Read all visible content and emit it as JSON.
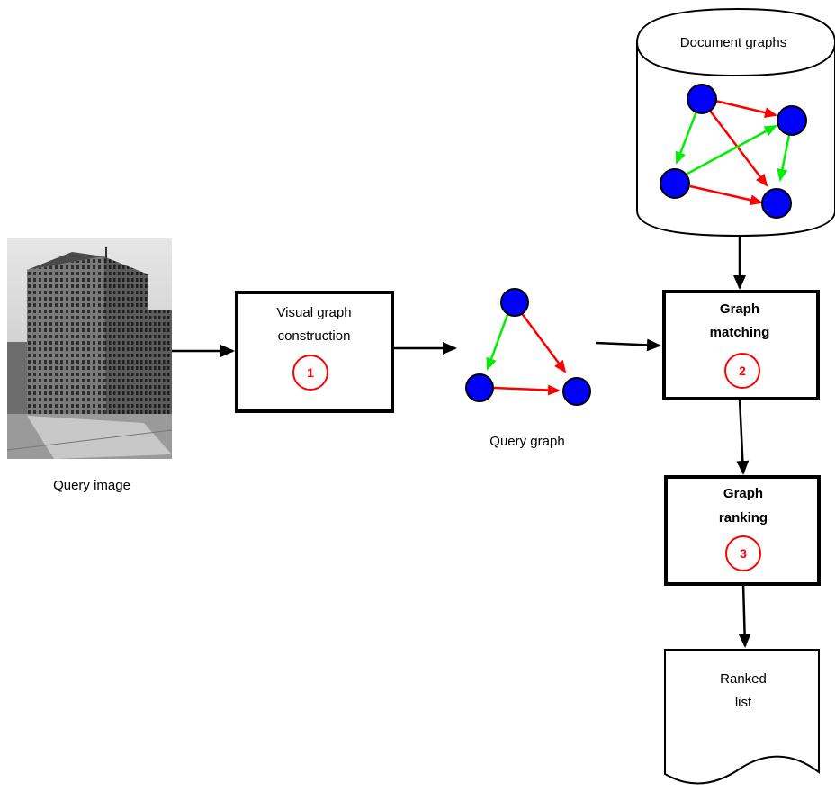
{
  "colors": {
    "node_fill": "#0000ff",
    "edge_red": "#ff0000",
    "edge_green": "#00ee00",
    "step_circle": "#ff0000",
    "stroke": "#000000"
  },
  "query_image": {
    "caption": "Query image"
  },
  "step1": {
    "line1": "Visual graph",
    "line2": "construction",
    "number": "1"
  },
  "query_graph": {
    "caption": "Query graph"
  },
  "document_graphs": {
    "title": "Document graphs"
  },
  "step2": {
    "line1": "Graph",
    "line2": "matching",
    "number": "2"
  },
  "step3": {
    "line1": "Graph",
    "line2": "ranking",
    "number": "3"
  },
  "ranked_list": {
    "line1": "Ranked",
    "line2": "list"
  }
}
